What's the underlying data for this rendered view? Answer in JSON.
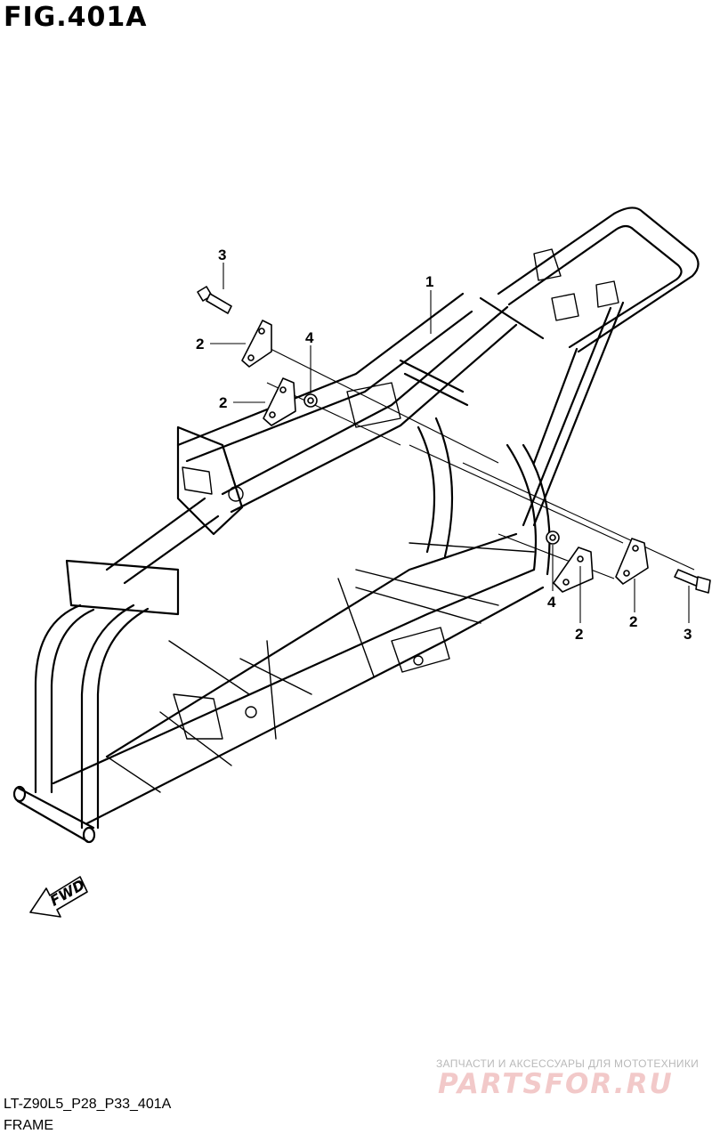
{
  "header": {
    "figure_title": "FIG.401A"
  },
  "callouts": {
    "frame": "1",
    "bracket_left_upper": "2",
    "bracket_left_lower": "2",
    "bracket_right_inner": "2",
    "bracket_right_outer": "2",
    "bolt_left": "3",
    "bolt_right": "3",
    "nut_left": "4",
    "nut_right": "4"
  },
  "direction_indicator": {
    "label": "FWD"
  },
  "watermark": {
    "tagline": "ЗАПЧАСТИ И АКСЕССУАРЫ ДЛЯ МОТОТЕХНИКИ",
    "logo_text": "PARTSFOR.RU"
  },
  "footer": {
    "diagram_code": "LT-Z90L5_P28_P33_401A",
    "diagram_name": "FRAME"
  }
}
